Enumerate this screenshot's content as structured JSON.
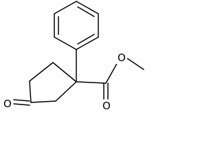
{
  "molecule": {
    "atoms": {
      "carbonyl_oxygen": "O",
      "ester_ether_oxygen": "O",
      "ring_ketone_oxygen": "O"
    }
  }
}
